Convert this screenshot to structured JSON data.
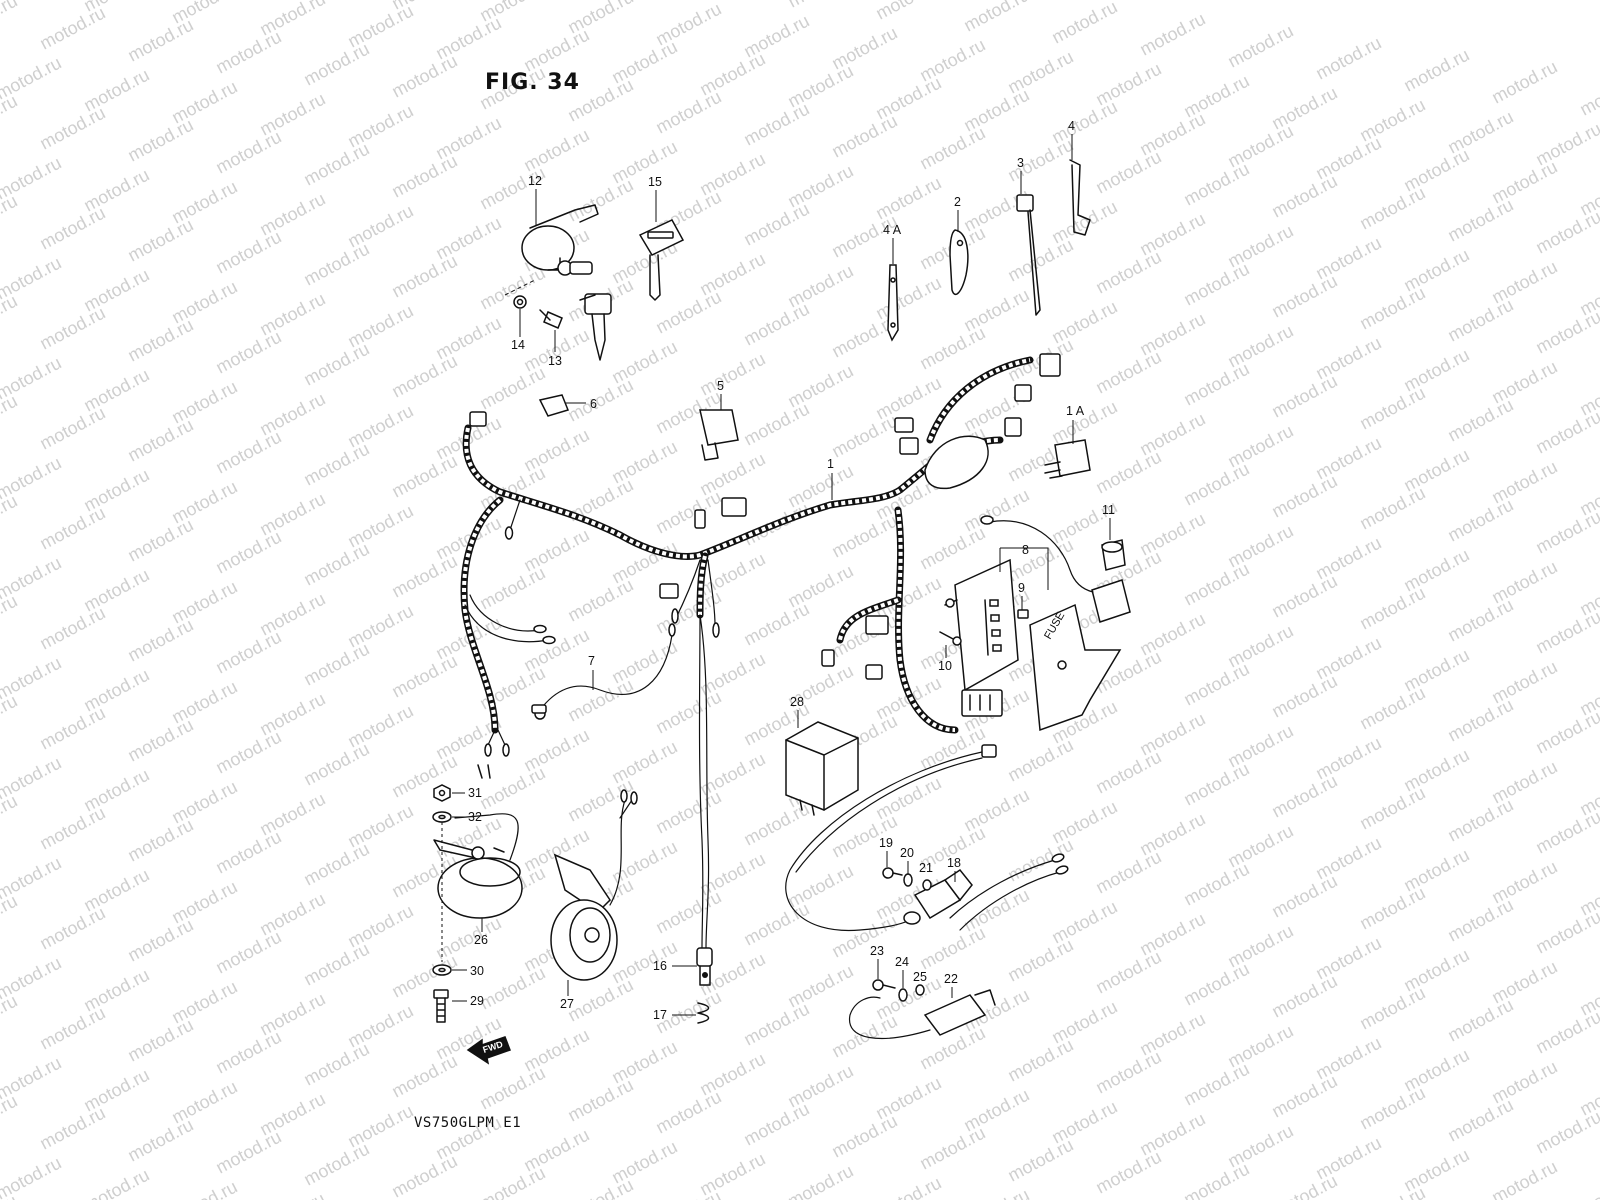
{
  "figure": {
    "title": "FIG. 34",
    "model_code": "VS750GLPM E1",
    "watermark_text": "motod.ru",
    "fuse_label": "FUSE",
    "fwd_label": "FWD"
  },
  "callouts": [
    {
      "id": "1",
      "label": "1"
    },
    {
      "id": "1A",
      "label": "1 A"
    },
    {
      "id": "2",
      "label": "2"
    },
    {
      "id": "3",
      "label": "3"
    },
    {
      "id": "4",
      "label": "4"
    },
    {
      "id": "4A",
      "label": "4 A"
    },
    {
      "id": "5",
      "label": "5"
    },
    {
      "id": "6",
      "label": "6"
    },
    {
      "id": "7",
      "label": "7"
    },
    {
      "id": "8",
      "label": "8"
    },
    {
      "id": "9",
      "label": "9"
    },
    {
      "id": "10",
      "label": "10"
    },
    {
      "id": "11",
      "label": "11"
    },
    {
      "id": "12",
      "label": "12"
    },
    {
      "id": "13",
      "label": "13"
    },
    {
      "id": "14",
      "label": "14"
    },
    {
      "id": "15",
      "label": "15"
    },
    {
      "id": "16",
      "label": "16"
    },
    {
      "id": "17",
      "label": "17"
    },
    {
      "id": "18",
      "label": "18"
    },
    {
      "id": "19",
      "label": "19"
    },
    {
      "id": "20",
      "label": "20"
    },
    {
      "id": "21",
      "label": "21"
    },
    {
      "id": "22",
      "label": "22"
    },
    {
      "id": "23",
      "label": "23"
    },
    {
      "id": "24",
      "label": "24"
    },
    {
      "id": "25",
      "label": "25"
    },
    {
      "id": "26",
      "label": "26"
    },
    {
      "id": "27",
      "label": "27"
    },
    {
      "id": "28",
      "label": "28"
    },
    {
      "id": "29",
      "label": "29"
    },
    {
      "id": "30",
      "label": "30"
    },
    {
      "id": "31",
      "label": "31"
    },
    {
      "id": "32",
      "label": "32"
    }
  ]
}
